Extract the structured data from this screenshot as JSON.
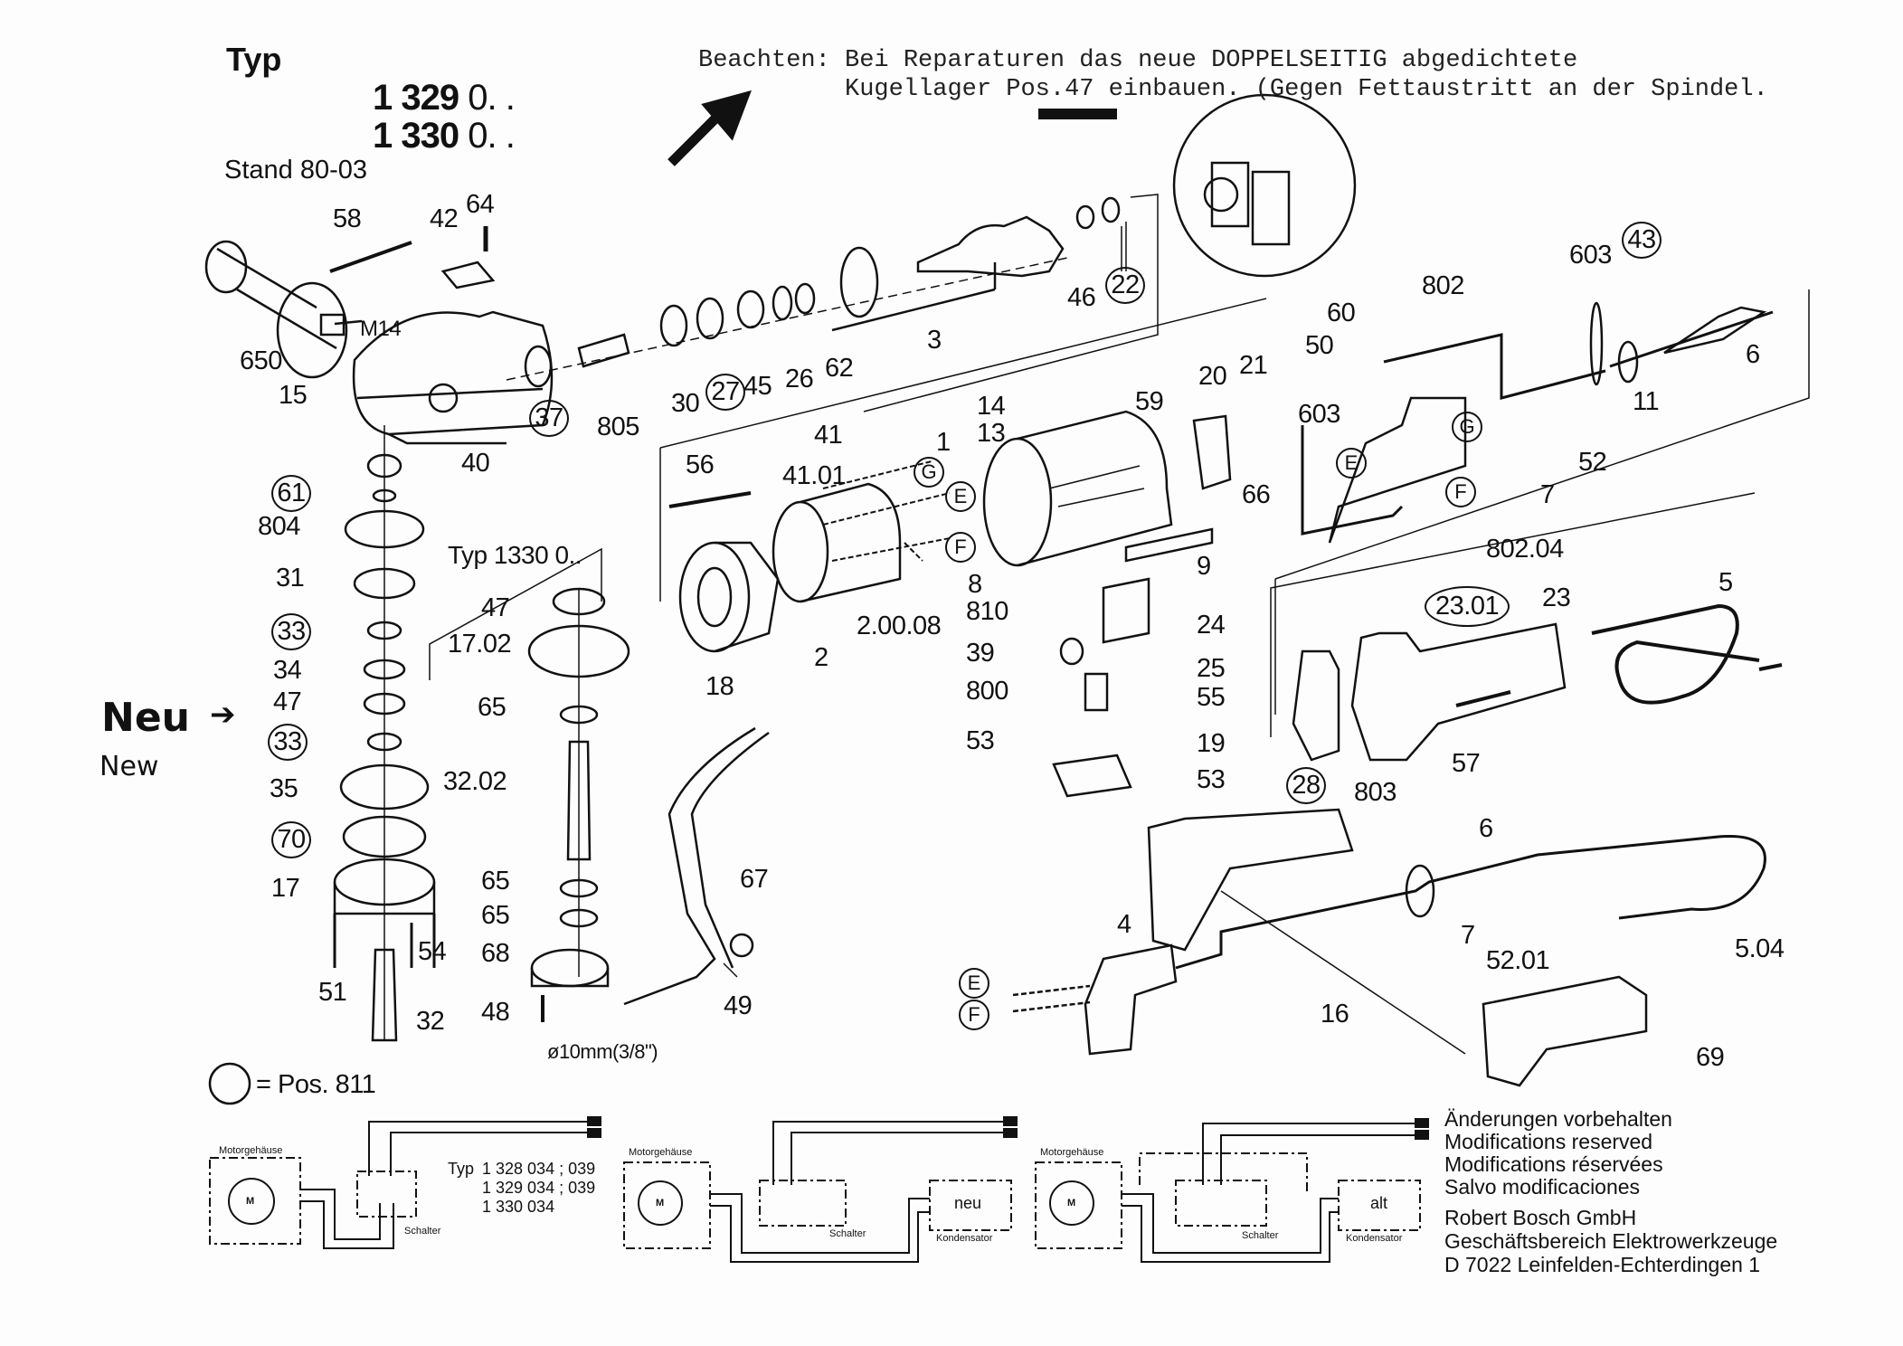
{
  "header": {
    "typ_label": "Typ",
    "models": [
      "1 329",
      "1 330"
    ],
    "model_suffix": "0. .",
    "stand": "Stand 80-03"
  },
  "note": {
    "line1": "Beachten: Bei Reparaturen das neue DOPPELSEITIG abgedichtete",
    "line2": "          Kugellager Pos.47 einbauen. (Gegen Fettaustritt an der Spindel."
  },
  "annotation": {
    "neu": "Neu",
    "new": "New"
  },
  "subassembly_label": "Typ  1330 0..",
  "thread_label": "M14",
  "hose_label": "ø10mm(3/8\")",
  "legend": {
    "symbol": "circle",
    "text": "= Pos. 811"
  },
  "part_labels": {
    "p58": "58",
    "p42": "42",
    "p64": "64",
    "p650": "650",
    "p15": "15",
    "p37": "37",
    "p805": "805",
    "p30": "30",
    "p27": "27",
    "p45": "45",
    "p26": "26",
    "p62": "62",
    "p3": "3",
    "p46": "46",
    "p22": "22",
    "p40": "40",
    "p61": "61",
    "p804": "804",
    "p31": "31",
    "p33a": "33",
    "p34": "34",
    "p47a": "47",
    "p33b": "33",
    "p35": "35",
    "p70": "70",
    "p17": "17",
    "p51": "51",
    "p54": "54",
    "p32": "32",
    "p47b": "47",
    "p1702": "17.02",
    "p65a": "65",
    "p3202": "32.02",
    "p65b": "65",
    "p65c": "65",
    "p68": "68",
    "p48": "48",
    "p67": "67",
    "p49": "49",
    "p56": "56",
    "p41": "41",
    "p4101": "41.01",
    "p18": "18",
    "p2": "2",
    "p20008": "2.00.08",
    "p14": "14",
    "p13": "13",
    "p1": "1",
    "p59": "59",
    "p8": "8",
    "p810": "810",
    "p9": "9",
    "p24": "24",
    "p39": "39",
    "p25": "25",
    "p800": "800",
    "p55": "55",
    "p53a": "53",
    "p19": "19",
    "p53b": "53",
    "p20": "20",
    "p21": "21",
    "p66": "66",
    "p603a": "603",
    "p60": "60",
    "p50": "50",
    "p802": "802",
    "p603b": "603",
    "p43": "43",
    "p6a": "6",
    "p11": "11",
    "p52": "52",
    "p7a": "7",
    "p80204": "802.04",
    "p23": "23",
    "p2301": "23.01",
    "p5": "5",
    "p28": "28",
    "p803": "803",
    "p57": "57",
    "p6b": "6",
    "p4": "4",
    "p7b": "7",
    "p5201": "52.01",
    "p504": "5.04",
    "p16": "16",
    "p69": "69"
  },
  "wire_letters": {
    "G": "G",
    "E": "E",
    "F": "F"
  },
  "wiring": {
    "motor_housing": "Motorgehäuse",
    "motor": "M",
    "switch": "Schalter",
    "capacitor": "Kondensator",
    "variants_title": "Typ",
    "variants": [
      "1 328 034 ; 039",
      "1 329 034 ; 039",
      "1 330 034"
    ],
    "new_cap": "neu",
    "old_cap": "alt"
  },
  "footer": {
    "lines": [
      "Änderungen vorbehalten",
      "Modifications reserved",
      "Modifications réservées",
      "Salvo modificaciones"
    ],
    "company": [
      "Robert Bosch GmbH",
      "Geschäftsbereich Elektrowerkzeuge",
      "D 7022 Leinfelden-Echterdingen 1"
    ]
  }
}
